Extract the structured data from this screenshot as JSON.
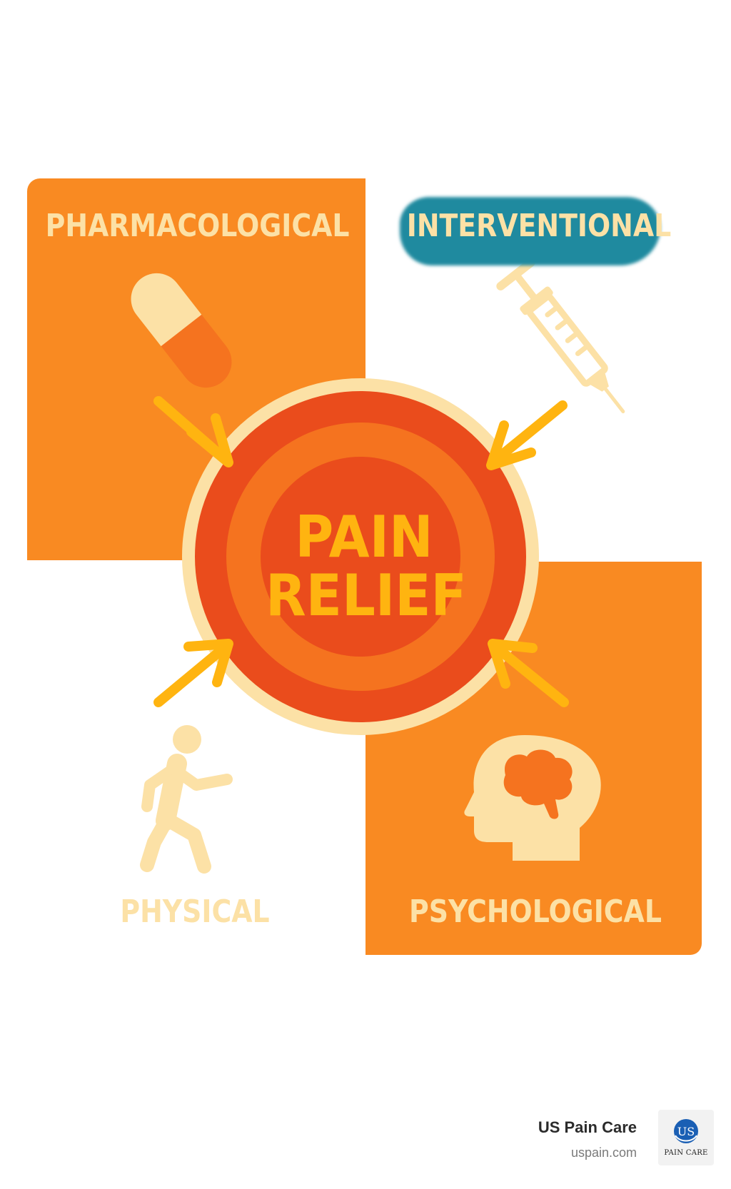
{
  "categories": {
    "pharmacological": {
      "label": "PHARMACOLOGICAL",
      "icon": "pill-icon"
    },
    "interventional": {
      "label": "INTERVENTIONAL",
      "icon": "syringe-icon"
    },
    "physical": {
      "label": "PHYSICAL",
      "icon": "walking-person-icon"
    },
    "psychological": {
      "label": "PSYCHOLOGICAL",
      "icon": "head-brain-icon"
    }
  },
  "center": {
    "line1": "PAIN",
    "line2": "RELIEF"
  },
  "branding": {
    "name": "US Pain Care",
    "url": "uspain.com",
    "logo_monogram": "US",
    "logo_text": "PAIN CARE"
  },
  "colors": {
    "panel_orange": "#F98A22",
    "cream": "#FCE1A6",
    "teal": "#1F8A9F",
    "arrow_yellow": "#FFB410",
    "ring_dark": "#EA4C1C",
    "ring_mid": "#F5731F"
  }
}
